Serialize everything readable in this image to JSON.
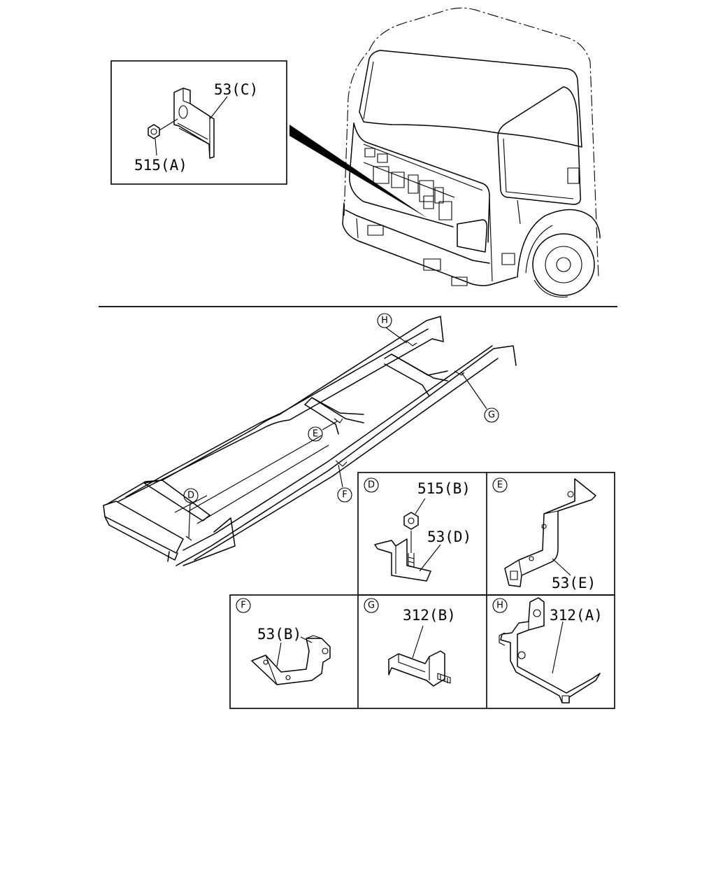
{
  "callouts": {
    "c53C": "53(C)",
    "c515A": "515(A)",
    "c515B": "515(B)",
    "c53D": "53(D)",
    "c53E": "53(E)",
    "c53B": "53(B)",
    "c312B": "312(B)",
    "c312A": "312(A)"
  },
  "frame_markers": {
    "H": "H",
    "G": "G",
    "E": "E",
    "F": "F",
    "D": "D"
  },
  "detail_panels": {
    "D": "D",
    "E": "E",
    "F": "F",
    "G": "G",
    "H": "H"
  }
}
